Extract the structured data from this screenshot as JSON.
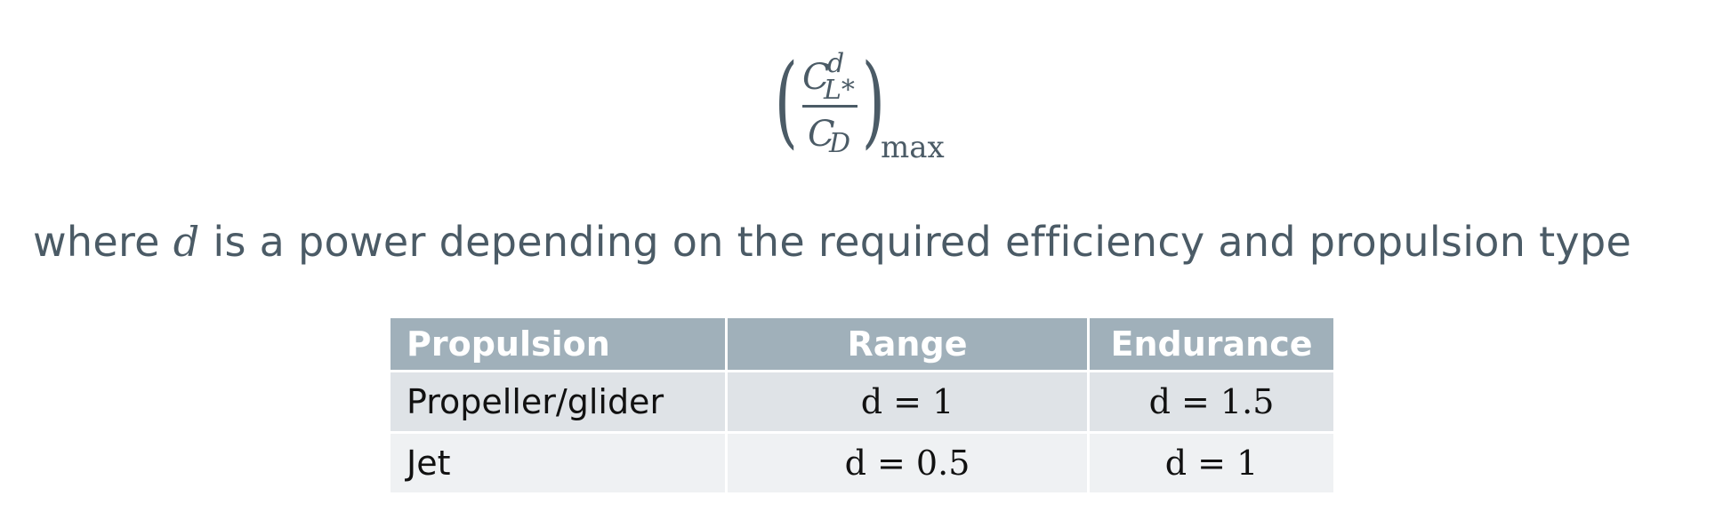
{
  "formula": {
    "numerator": "C",
    "numerator_sub": "L*",
    "numerator_sup": "d",
    "denominator": "C",
    "denominator_sub": "D",
    "subscript": "max"
  },
  "sentence": {
    "before": "where ",
    "variable": "d",
    "after": " is a power depending on the required efficiency and propulsion type"
  },
  "table": {
    "headers": [
      "Propulsion",
      "Range",
      "Endurance"
    ],
    "rows": [
      [
        "Propeller/glider",
        "d = 1",
        "d = 1.5"
      ],
      [
        "Jet",
        "d = 0.5",
        "d = 1"
      ]
    ]
  },
  "colors": {
    "text": "#4b5b66",
    "header_bg": "#a0b0ba",
    "row1_bg": "#dfe3e7",
    "row2_bg": "#eff1f3"
  }
}
